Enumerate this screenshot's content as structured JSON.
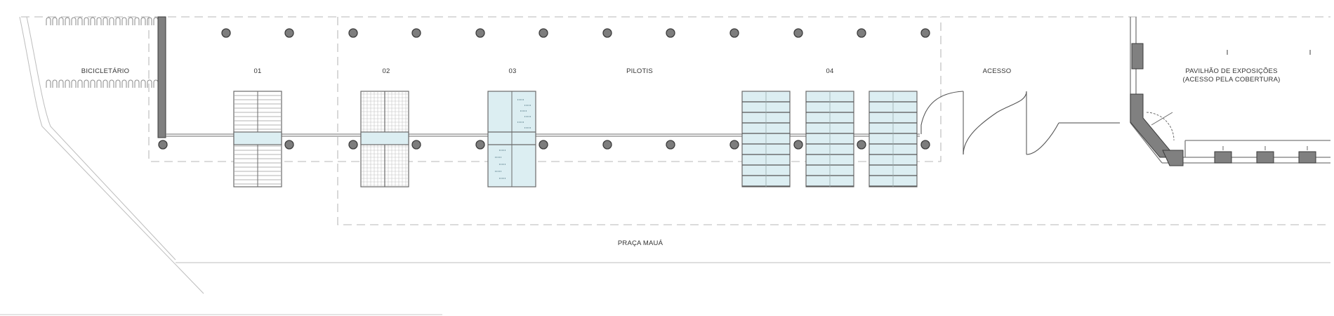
{
  "labels": {
    "bicicletario": "BICICLETÁRIO",
    "zone_01": "01",
    "zone_02": "02",
    "zone_03": "03",
    "pilotis": "PILOTIS",
    "zone_04": "04",
    "acesso": "ACESSO",
    "pavilhao_line1": "PAVILHÃO DE EXPOSIÇÕES",
    "pavilhao_line2": "(ACESSO PELA COBERTURA)",
    "praca": "PRAÇA MAUÁ"
  },
  "colors": {
    "glass": "#dceef2",
    "wall": "#808080",
    "column": "#7d7d7d",
    "dashed_line": "#b7b7b7"
  }
}
